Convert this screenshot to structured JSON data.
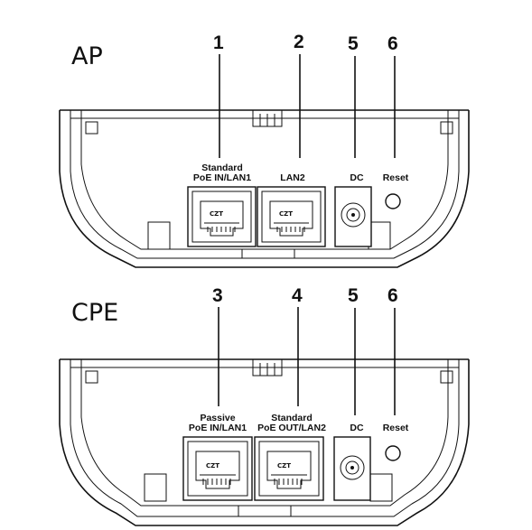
{
  "panels": [
    {
      "title": "AP",
      "callouts": [
        "1",
        "2",
        "5",
        "6"
      ],
      "ports": [
        {
          "line1": "Standard",
          "line2": "PoE IN/LAN1"
        },
        {
          "line1": "",
          "line2": "LAN2"
        },
        {
          "line1": "",
          "line2": "DC"
        },
        {
          "line1": "",
          "line2": "Reset"
        }
      ]
    },
    {
      "title": "CPE",
      "callouts": [
        "3",
        "4",
        "5",
        "6"
      ],
      "ports": [
        {
          "line1": "Passive",
          "line2": "PoE IN/LAN1"
        },
        {
          "line1": "Standard",
          "line2": "PoE OUT/LAN2"
        },
        {
          "line1": "",
          "line2": "DC"
        },
        {
          "line1": "",
          "line2": "Reset"
        }
      ]
    }
  ],
  "jack_marking": "CZT"
}
